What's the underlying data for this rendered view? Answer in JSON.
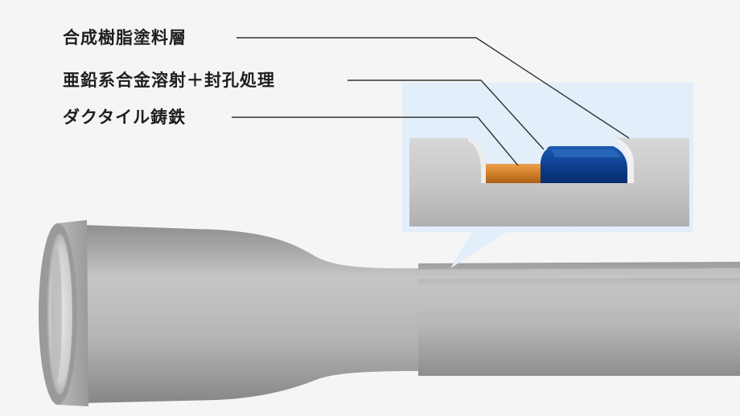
{
  "labels": {
    "resin_coating": "合成樹脂塗料層",
    "zinc_spray_sealing": "亜鉛系合金溶射＋封孔処理",
    "ductile_iron": "ダクタイル鋳鉄"
  },
  "colors": {
    "background": "#f5f5f5",
    "pipe_gray": "#bdbdbd",
    "callout_bg": "#e3eefb",
    "resin_layer": "#0e3f8f",
    "zinc_layer": "#d8802c",
    "leader_line": "#333333"
  }
}
